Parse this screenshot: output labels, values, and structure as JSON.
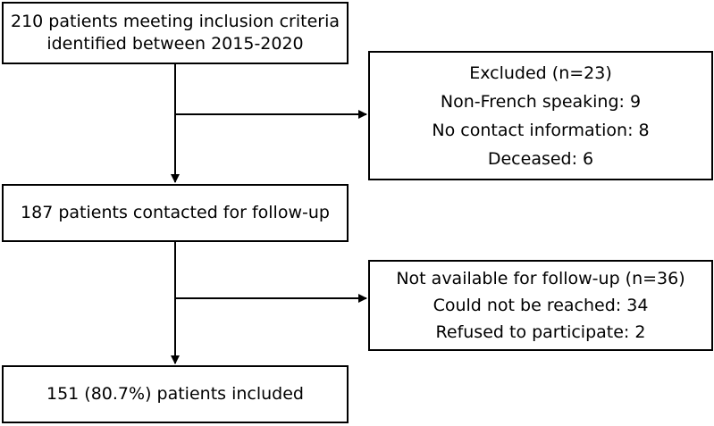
{
  "flowchart": {
    "screening": {
      "lines": [
        "210 patients meeting inclusion criteria",
        "identified between 2015-2020"
      ]
    },
    "excluded": {
      "title": "Excluded (n=23)",
      "reasons": [
        "Non-French speaking: 9",
        "No contact information: 8",
        "Deceased: 6"
      ]
    },
    "contacted": {
      "lines": [
        "187 patients contacted for follow-up"
      ]
    },
    "not_available": {
      "title": "Not available for follow-up (n=36)",
      "reasons": [
        "Could not be reached: 34",
        "Refused to participate: 2"
      ]
    },
    "included": {
      "lines": [
        "151 (80.7%) patients included"
      ]
    }
  },
  "colors": {
    "stroke": "#000000",
    "background": "#ffffff"
  }
}
